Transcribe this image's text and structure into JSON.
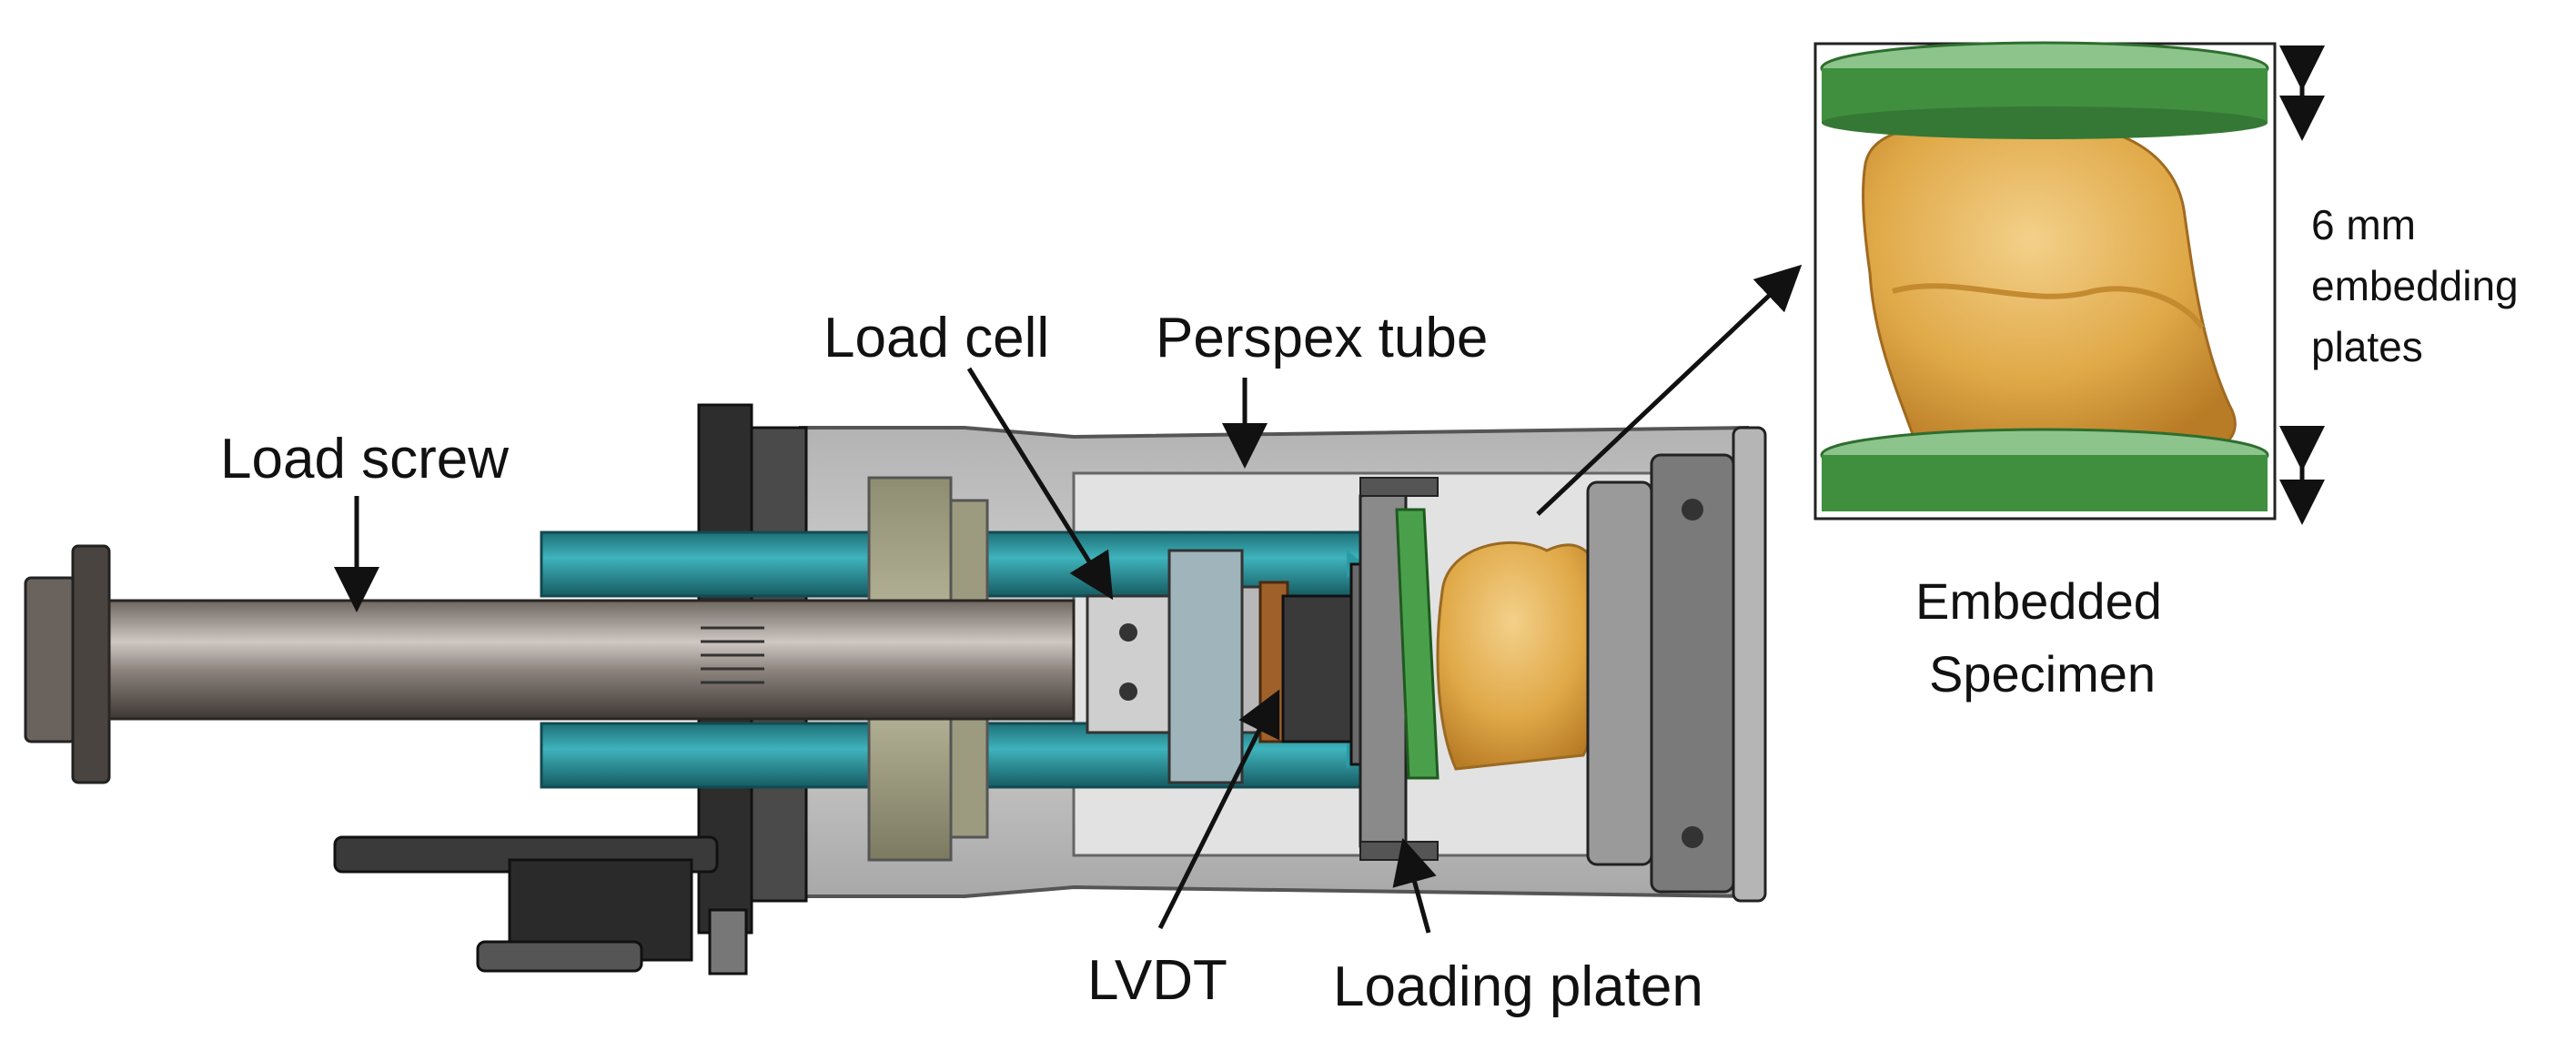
{
  "labels": {
    "load_screw": "Load screw",
    "load_cell": "Load cell",
    "perspex_tube": "Perspex tube",
    "lvdt": "LVDT",
    "loading_platen": "Loading platen",
    "embedded_specimen_line1": "Embedded",
    "embedded_specimen_line2": "Specimen",
    "plates_line1": "6 mm",
    "plates_line2": "embedding",
    "plates_line3": "plates"
  },
  "colors": {
    "rod_teal": "#2a9aa3",
    "platen_green": "#3f8f3f",
    "plate_green": "#5ea85e",
    "tube_grey": "#c4c4c4",
    "specimen_yellow": "#e2b24e",
    "metal_dark": "#2d2d2d"
  }
}
